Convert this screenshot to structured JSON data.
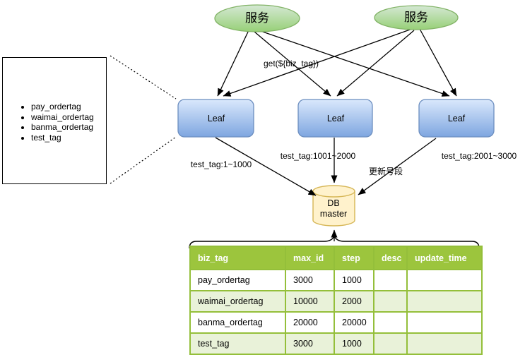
{
  "services": [
    {
      "label": "服务"
    },
    {
      "label": "服务"
    }
  ],
  "leaves": [
    {
      "label": "Leaf"
    },
    {
      "label": "Leaf"
    },
    {
      "label": "Leaf"
    }
  ],
  "db": {
    "line1": "DB",
    "line2": "master"
  },
  "edges": {
    "get_label": "get(${biz_tag})",
    "leaf1_to_db": "test_tag:1~1000",
    "leaf2_to_db": "test_tag:1001~2000",
    "leaf3_to_db": "test_tag:2001~3000",
    "update_label": "更新号段"
  },
  "callout": {
    "items": [
      "pay_ordertag",
      "waimai_ordertag",
      "banma_ordertag",
      "test_tag"
    ]
  },
  "table": {
    "headers": [
      "biz_tag",
      "max_id",
      "step",
      "desc",
      "update_time"
    ],
    "rows": [
      [
        "pay_ordertag",
        "3000",
        "1000",
        "",
        ""
      ],
      [
        "waimai_ordertag",
        "10000",
        "2000",
        "",
        ""
      ],
      [
        "banma_ordertag",
        "20000",
        "20000",
        "",
        ""
      ],
      [
        "test_tag",
        "3000",
        "1000",
        "",
        ""
      ]
    ]
  },
  "colors": {
    "service_fill_top": "#d5e8d4",
    "service_fill_bottom": "#97d077",
    "service_stroke": "#82b366",
    "leaf_fill_top": "#dae8fc",
    "leaf_fill_bottom": "#7ea6e0",
    "leaf_stroke": "#6c8ebf",
    "db_fill": "#fff2cc",
    "db_stroke": "#d6b656",
    "table_header_bg": "#9cc53d",
    "table_row_alt": "#e9f2d9",
    "table_border": "#94bf3a",
    "arrow": "#000000"
  }
}
